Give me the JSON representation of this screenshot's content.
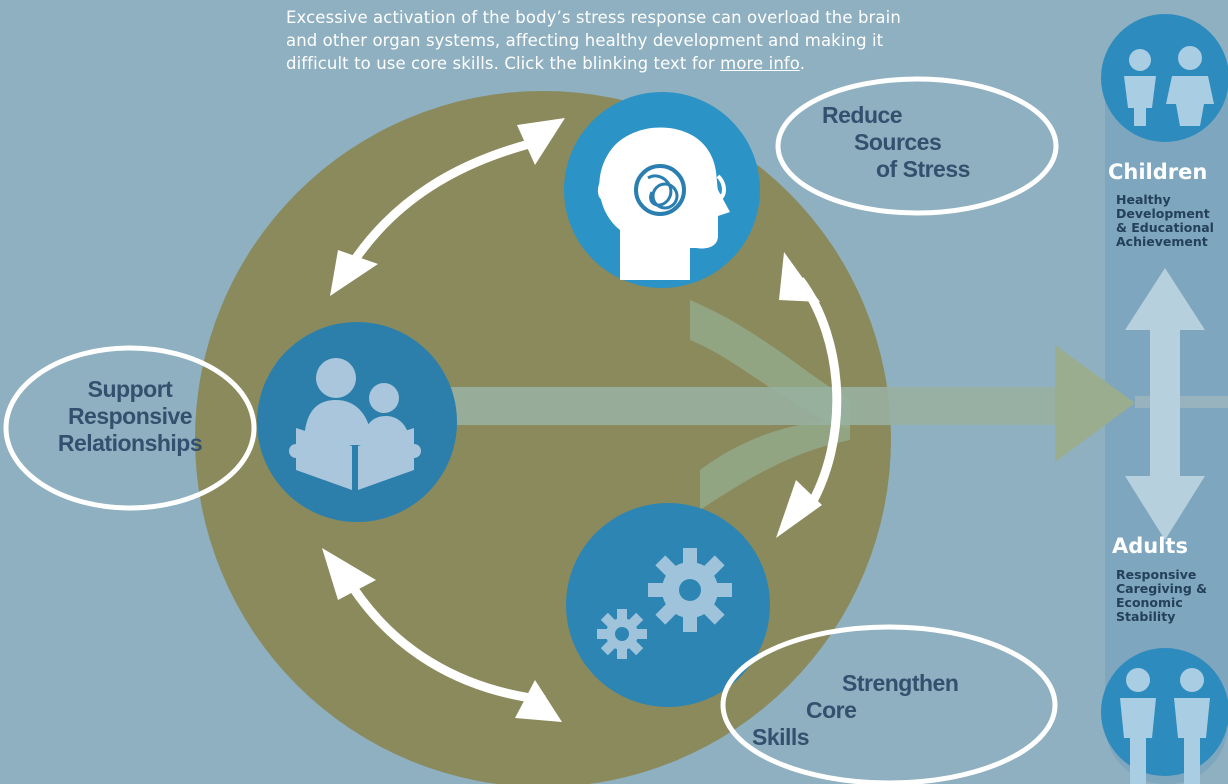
{
  "intro": {
    "line1": "Excessive activation of the body’s stress response can overload the brain",
    "line2": "and other organ systems, affecting healthy development and making it",
    "line3_prefix": "difficult to use core skills.  Click the blinking text for more info",
    "line3_link": "more info",
    "line3_lead": "difficult to use core skills.  Click the blinking text for ",
    "line3_end": "."
  },
  "labels": {
    "reduce": [
      "Reduce",
      "Sources",
      "of Stress"
    ],
    "support": [
      "Support",
      "Responsive",
      "Relationships"
    ],
    "strengthen": [
      "Strengthen",
      "Core",
      "Skills"
    ]
  },
  "side": {
    "children_title": "Children",
    "children_sub": [
      "Healthy",
      "Development",
      "& Educational",
      "Achievement"
    ],
    "adults_title": "Adults",
    "adults_sub": [
      "Responsive",
      "Caregiving &",
      "Economic",
      "Stability"
    ]
  },
  "colors": {
    "background": "#8fb0c0",
    "big_circle": "#8a8a5c",
    "node_blue": "#2c8fc0",
    "node_blue_dark": "#2d7ea8",
    "label_text": "#33506e",
    "side_panel": "#7ea6be"
  },
  "icons": [
    "brain-stress-icon",
    "parent-child-reading-icon",
    "gears-icon",
    "children-icon",
    "adults-icon"
  ]
}
